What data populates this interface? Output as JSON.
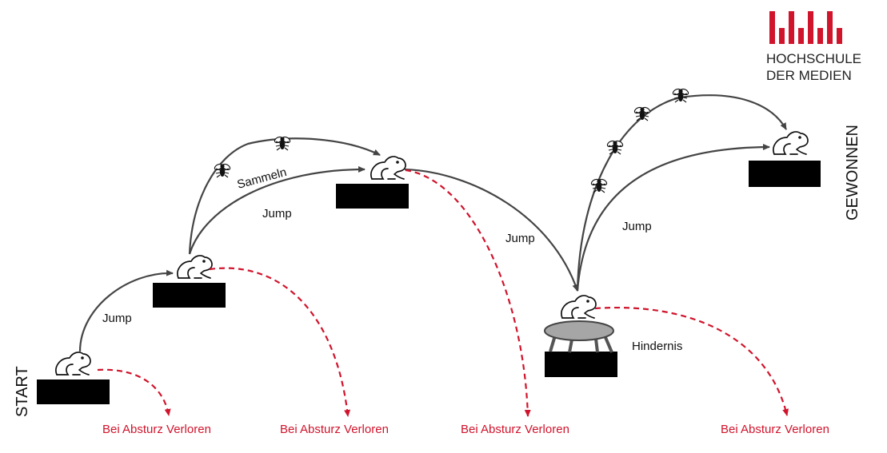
{
  "brand": {
    "line1": "HOCHSCHULE",
    "line2": "DER MEDIEN",
    "color": "#d0142c"
  },
  "labels": {
    "start": "START",
    "won": "GEWONNEN",
    "jump1": "Jump",
    "jump2": "Jump",
    "jump3": "Jump",
    "jump4": "Jump",
    "collect": "Sammeln",
    "obstacle": "Hindernis",
    "fall1": "Bei Absturz Verloren",
    "fall2": "Bei Absturz Verloren",
    "fall3": "Bei Absturz Verloren",
    "fall4": "Bei Absturz Verloren"
  },
  "colors": {
    "arrow": "#444444",
    "fail": "#d0142c",
    "platform": "#000000",
    "trampoline": "#a6a6a6"
  },
  "icons": [
    "frog-icon",
    "fly-icon",
    "trampoline-icon"
  ]
}
